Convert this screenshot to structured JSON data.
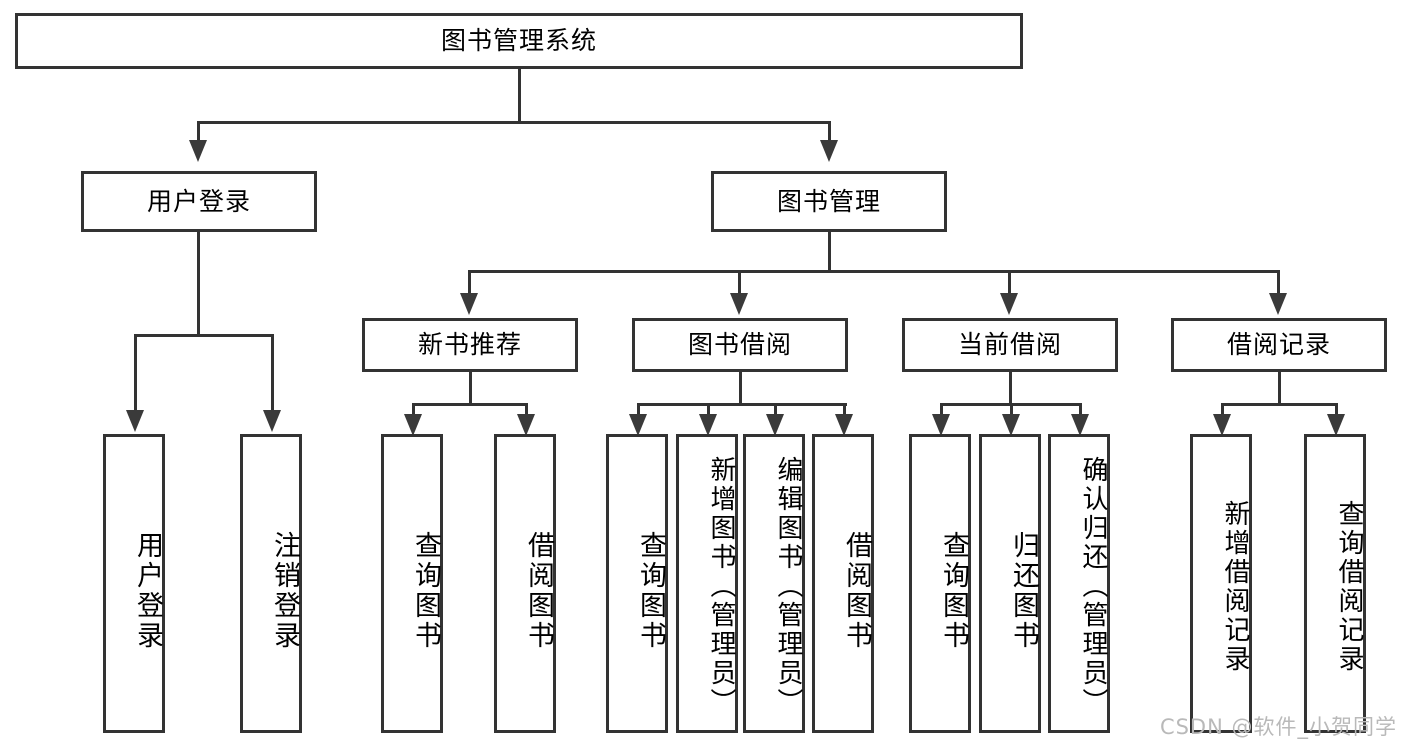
{
  "diagram": {
    "kind": "hierarchy-tree",
    "title": "图书管理系统",
    "watermark": "CSDN @软件_小贺同学",
    "colors": {
      "box_border": "#333333",
      "box_fill": "#ffffff",
      "connector": "#333333",
      "arrow": "#3a3a3a",
      "text": "#000000",
      "watermark": "#b9b9b9",
      "background": "#ffffff"
    }
  },
  "root": {
    "label": "图书管理系统"
  },
  "level2": [
    {
      "label": "用户登录"
    },
    {
      "label": "图书管理"
    }
  ],
  "level3": [
    {
      "label": "新书推荐"
    },
    {
      "label": "图书借阅"
    },
    {
      "label": "当前借阅"
    },
    {
      "label": "借阅记录"
    }
  ],
  "leaves": {
    "user_login": [
      {
        "label": "用户登录"
      },
      {
        "label": "注销登录"
      }
    ],
    "new_book_recommend": [
      {
        "label": "查询图书"
      },
      {
        "label": "借阅图书"
      }
    ],
    "book_borrow": [
      {
        "label": "查询图书"
      },
      {
        "label": "新增图书（管理员）"
      },
      {
        "label": "编辑图书（管理员）"
      },
      {
        "label": "借阅图书"
      }
    ],
    "current_borrow": [
      {
        "label": "查询图书"
      },
      {
        "label": "归还图书"
      },
      {
        "label": "确认归还（管理员）"
      }
    ],
    "borrow_record": [
      {
        "label": "新增借阅记录"
      },
      {
        "label": "查询借阅记录"
      }
    ]
  }
}
